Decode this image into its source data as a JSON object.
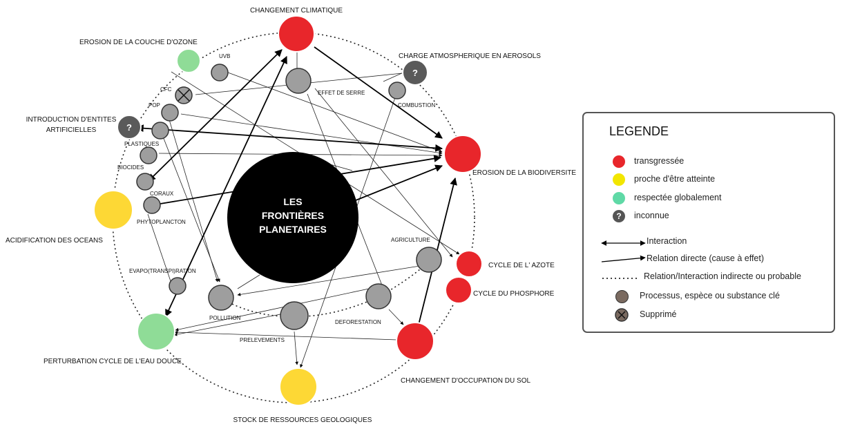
{
  "center": {
    "line1": "LES",
    "line2": "FRONTIÈRES",
    "line3": "PLANETAIRES"
  },
  "nodes": {
    "climate": "CHANGEMENT CLIMATIQUE",
    "ozone": "EROSION DE LA COUCHE D'OZONE",
    "aerosols": "CHARGE ATMOSPHERIQUE EN AEROSOLS",
    "entities_1": "INTRODUCTION D'ENTITES",
    "entities_2": "ARTIFICIELLES",
    "biodiversity": "EROSION DE LA BIODIVERSITE",
    "acidification": "ACIDIFICATION DES OCEANS",
    "nitrogen": "CYCLE DE L' AZOTE",
    "phosphorus": "CYCLE DU PHOSPHORE",
    "freshwater": "PERTURBATION CYCLE DE L'EAU DOUCE",
    "landuse": "CHANGEMENT D'OCCUPATION DU SOL",
    "geo": "STOCK DE RESSOURCES GEOLOGIQUES"
  },
  "processes": {
    "uvb": "UVB",
    "cfc": "CFC",
    "pop": "POP",
    "plastiques": "PLASTIQUES",
    "biocides": "BIOCIDES",
    "coraux": "CORAUX",
    "phytoplancton": "PHYTOPLANCTON",
    "effet_serre": "EFFET DE SERRE",
    "combustion": "COMBUSTION",
    "agriculture": "AGRICULTURE",
    "evapo": "EVAPO(TRANSPI)RATION",
    "pollution": "POLLUTION",
    "deforestation": "DEFORESTATION",
    "prelevements": "PRELEVEMENTS"
  },
  "unknown_symbol": "?",
  "legend": {
    "title": "LEGENDE",
    "items": [
      {
        "label": "transgressée",
        "color": "#e8262b"
      },
      {
        "label": "proche d'être atteinte",
        "color": "#f2e600"
      },
      {
        "label": "respectée globalement",
        "color": "#5fd9a6"
      },
      {
        "label": "inconnue",
        "color": "#555555"
      }
    ],
    "interaction": "Interaction",
    "direct": "Relation directe (cause à effet)",
    "indirect": "Relation/Interaction indirecte ou probable",
    "process": "Processus, espèce ou substance clé",
    "removed": "Supprimé"
  },
  "colors": {
    "transgressed": "#e8262b",
    "near": "#fdd835",
    "respected": "#8fdc97",
    "unknown": "#5a5a5a",
    "process": "#9e9e9e",
    "center": "#000000"
  }
}
